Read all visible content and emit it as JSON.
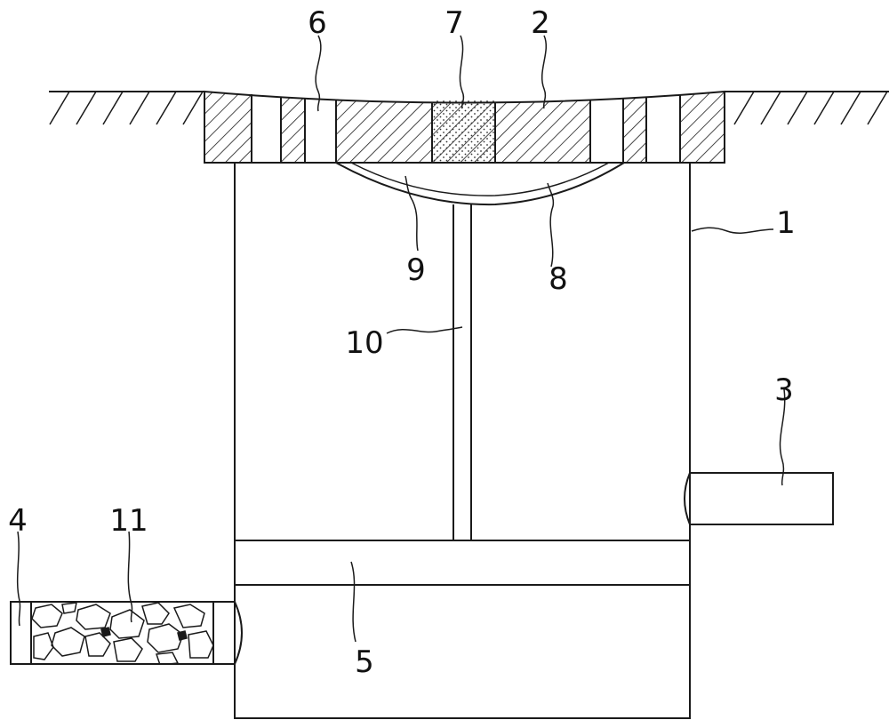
{
  "labels": {
    "body": "1",
    "cover": "2",
    "outlet_pipe": "3",
    "inlet_pipe": "4",
    "base_layer": "5",
    "vent_hole": "6",
    "center_plug": "7",
    "arc_plate": "8",
    "arc_gap": "9",
    "support_rod": "10",
    "gravel_filter": "11"
  },
  "colors": {
    "line": "#1a1a1a",
    "background": "#ffffff",
    "stipple": "#333333"
  }
}
